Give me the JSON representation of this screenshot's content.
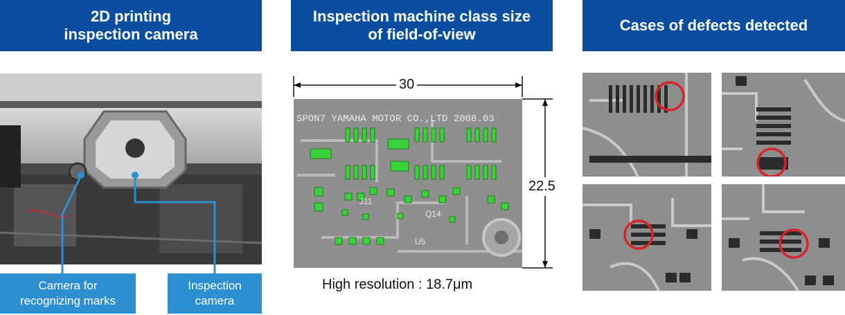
{
  "headers": {
    "camera": [
      "2D printing",
      "inspection camera"
    ],
    "fov": [
      "Inspection machine class size",
      "of field-of-view"
    ],
    "defects": [
      "Cases of defects detected"
    ]
  },
  "camera_panel": {
    "label_marks": [
      "Camera for",
      "recognizing marks"
    ],
    "label_inspection": [
      "Inspection",
      "camera"
    ]
  },
  "fov_panel": {
    "width_value": "30",
    "height_value": "22.5",
    "resolution": "High resolution : 18.7μm",
    "pcb_text": "SPON7 YAMAHA MOTOR CO.,LTD  2008.03",
    "labels": [
      "J11",
      "Q14",
      "U5"
    ]
  },
  "colors": {
    "header_blue": "#0a4ea1",
    "label_blue": "#2e8fd0",
    "highlight_green": "#3ad13a",
    "defect_red": "#d8232a"
  }
}
